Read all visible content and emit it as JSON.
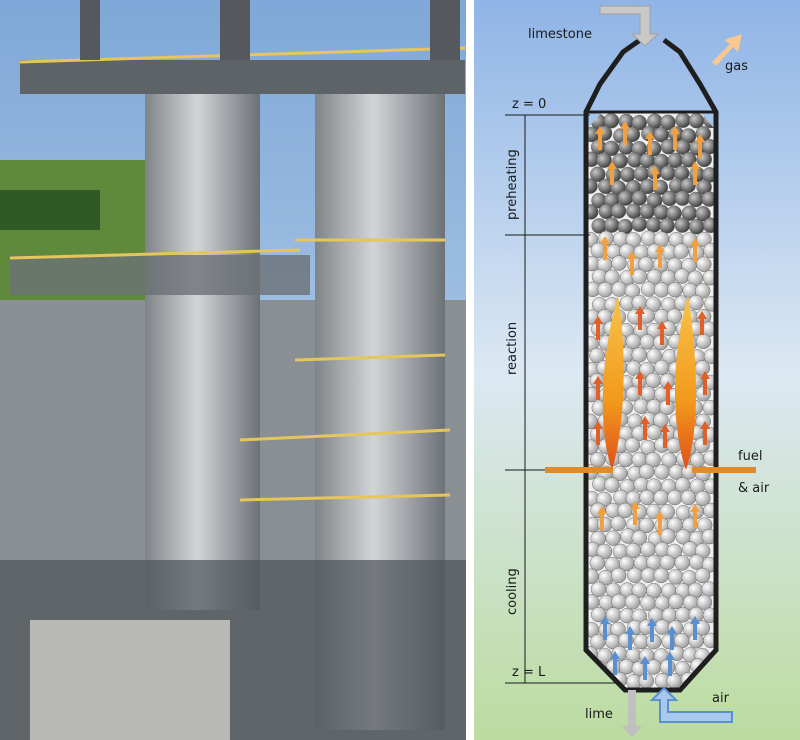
{
  "photo": {
    "subject": "lime-kiln-plant-photo"
  },
  "diagram": {
    "inputs": {
      "limestone": "limestone",
      "gas": "gas",
      "fuel": "fuel",
      "fuel_air": "& air",
      "air": "air",
      "lime": "lime"
    },
    "positions": {
      "top": "z = 0",
      "bottom": "z = L"
    },
    "zones": [
      "preheating",
      "reaction",
      "cooling"
    ],
    "colors": {
      "shell": "#1e1e1e",
      "flame": "#f29a1c",
      "warm_arrow": "#f0a040",
      "hot_arrow": "#e0602a",
      "cold_arrow": "#5a8fd0",
      "pipe": "#e08a2c"
    }
  }
}
